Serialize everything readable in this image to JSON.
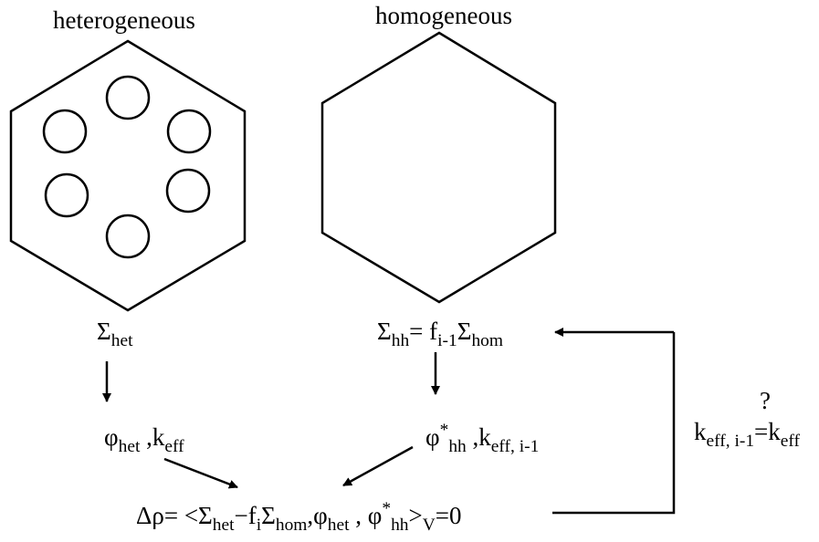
{
  "titles": {
    "heterogeneous": "heterogeneous",
    "homogeneous": "homogeneous"
  },
  "labels": {
    "sigma_het": {
      "main": "Σ",
      "sub": "het"
    },
    "sigma_hh": {
      "main": "Σ",
      "sub": "hh",
      "eq": "= f",
      "f_sub": "i-1",
      "main2": "Σ",
      "sub2": "hom"
    },
    "phi_het": {
      "main": "φ",
      "sub": "het",
      "sep": " ,k",
      "k_sub": "eff"
    },
    "phi_hh": {
      "main": "φ",
      "sup": "*",
      "sub": "hh",
      "sep": " ,k",
      "k_sub": "eff, i-1"
    },
    "convergence": {
      "question": "?",
      "k": "k",
      "k_sub": "eff, i-1",
      "eq": "=k",
      "k_sub2": "eff"
    },
    "delta_rho": {
      "start": "Δρ= <Σ",
      "sub1": "het",
      "minus": "−f",
      "sub2": "i",
      "sigma": "Σ",
      "sub3": "hom",
      "phi": ",φ",
      "sub4": "het",
      "phi2": " , φ",
      "sup5": "*",
      "sub5": "hh",
      "close": ">",
      "sub6": "V",
      "end": "=0"
    }
  },
  "colors": {
    "stroke": "#000000",
    "background": "#ffffff"
  }
}
